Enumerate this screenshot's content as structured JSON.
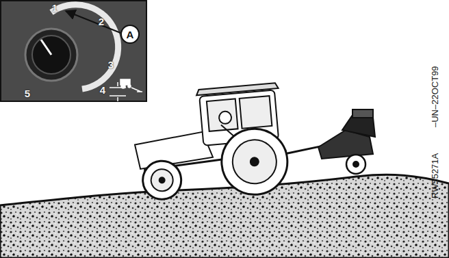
{
  "diagram": {
    "nodes": [
      {
        "text": [
          "A"
        ]
      }
    ],
    "labels": [
      "1",
      "2",
      "3",
      "4",
      "5",
      "RW55271A",
      "–UN–22OCT99"
    ]
  }
}
